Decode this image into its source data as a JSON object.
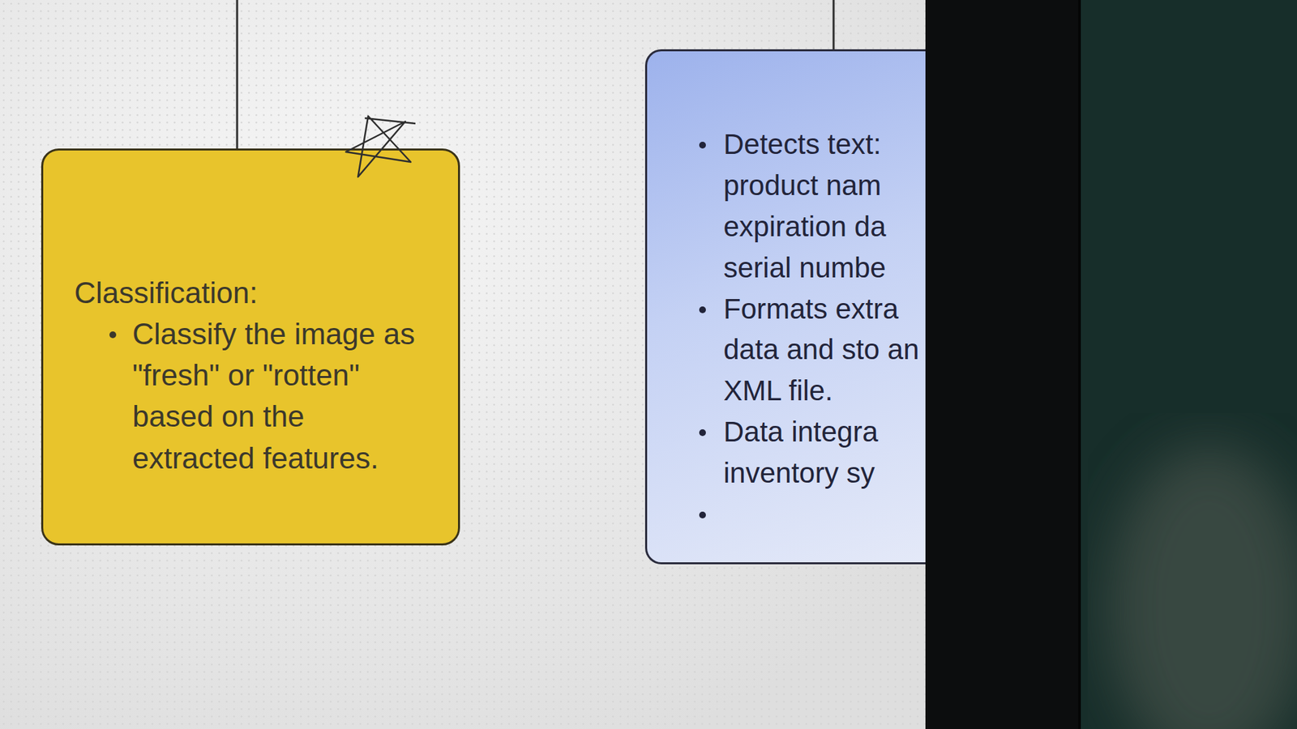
{
  "diagram": {
    "nodes": [
      {
        "text": [
          "Classification:",
          "Classify the image as \"fresh\" or \"rotten\" based on the extracted features."
        ]
      },
      {
        "text": [
          "Detects text: product nam expiration da serial numbe",
          "Formats extra data and sto an XML file.",
          "Data integra inventory sy"
        ]
      }
    ]
  }
}
